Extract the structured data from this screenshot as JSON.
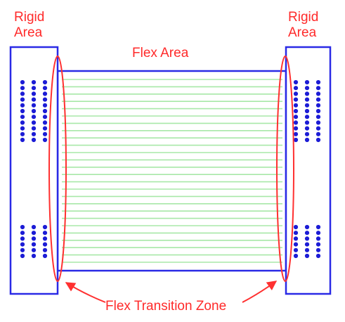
{
  "labels": {
    "rigid_left_line1": "Rigid",
    "rigid_left_line2": "Area",
    "rigid_right_line1": "Rigid",
    "rigid_right_line2": "Area",
    "flex_area": "Flex Area",
    "transition_zone": "Flex Transition Zone"
  },
  "colors": {
    "label": "#ff2a2a",
    "board_outline": "#2a2ae6",
    "pad": "#1c1cd6",
    "trace": "#a8e8a8",
    "ellipse": "#ff3030",
    "arrow": "#ff3030"
  },
  "pads": {
    "upper_rows": 11,
    "lower_rows": 6,
    "columns": 3
  },
  "traces": {
    "count": 26
  }
}
